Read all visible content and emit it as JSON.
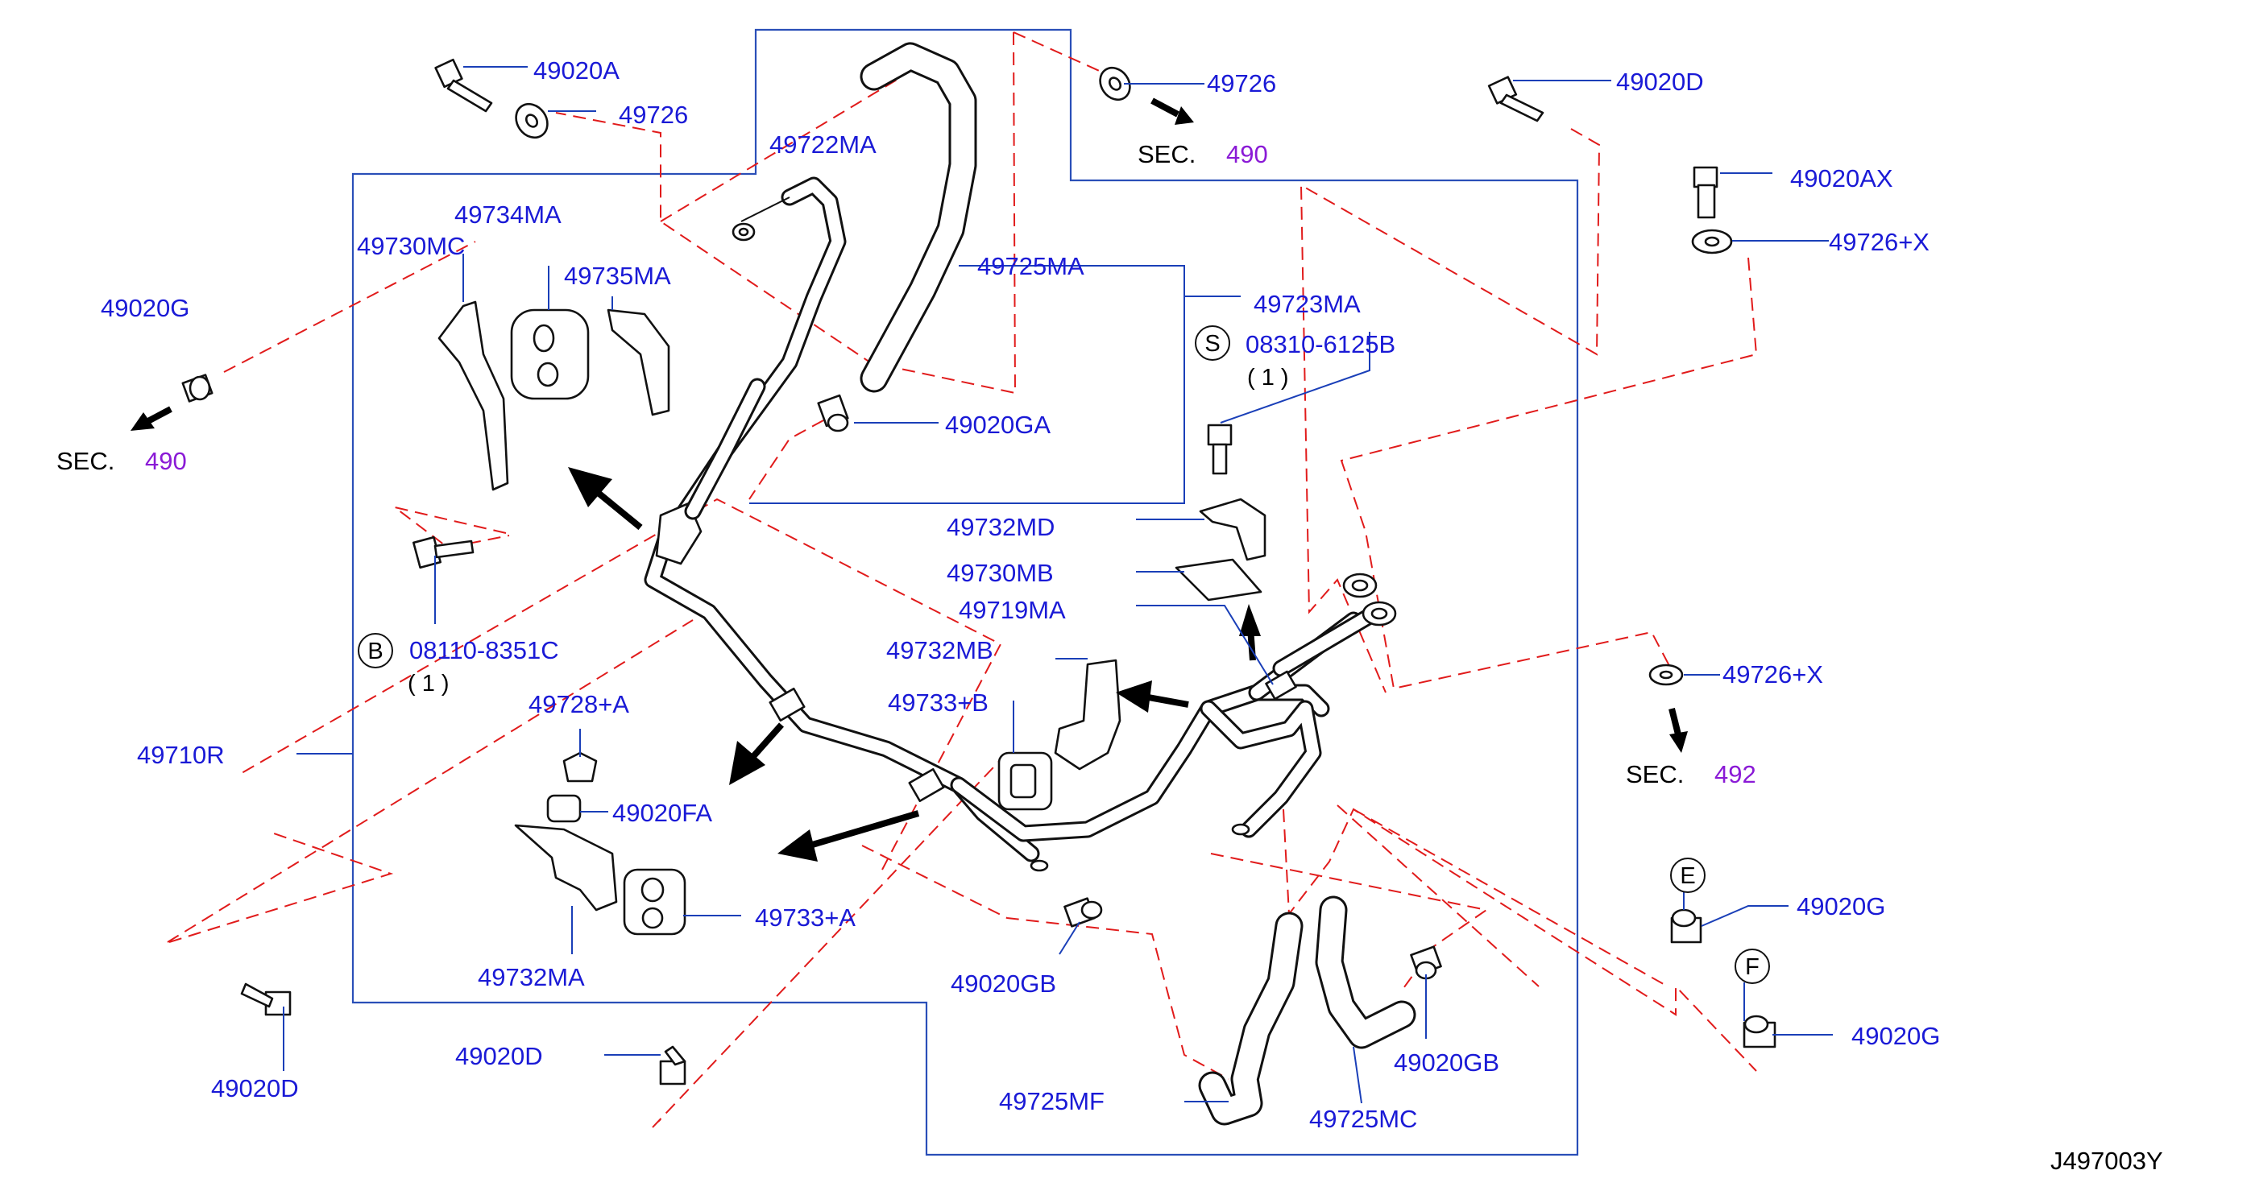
{
  "diagram": {
    "code": "J497003Y",
    "labels": {
      "p49020A": "49020A",
      "p49726_top_left": "49726",
      "p49722MA": "49722MA",
      "p49726_top": "49726",
      "p49020D_top": "49020D",
      "p49020AX": "49020AX",
      "p49726X_top": "49726+X",
      "p49734MA": "49734MA",
      "p49730MC": "49730MC",
      "p49735MA": "49735MA",
      "p49725MA": "49725MA",
      "p49723MA": "49723MA",
      "p08310": "08310-6125B",
      "p49020G_left": "49020G",
      "p49020GA": "49020GA",
      "p49732MD": "49732MD",
      "p49730MB": "49730MB",
      "p49719MA": "49719MA",
      "p08110": "08110-8351C",
      "p49732MB": "49732MB",
      "p49726X_right": "49726+X",
      "p49728A": "49728+A",
      "p49733B": "49733+B",
      "p49710R": "49710R",
      "p49020FA": "49020FA",
      "p49733A": "49733+A",
      "p49732MA": "49732MA",
      "p49020GB_left": "49020GB",
      "p49020G_E": "49020G",
      "p49020G_F": "49020G",
      "p49020D_bl": "49020D",
      "p49020D_bottom": "49020D",
      "p49020GB_right": "49020GB",
      "p49725MF": "49725MF",
      "p49725MC": "49725MC"
    },
    "qty_S": "( 1 )",
    "qty_B": "( 1 )",
    "circles": {
      "S": "S",
      "B": "B",
      "E": "E",
      "F": "F"
    },
    "sections": [
      {
        "prefix": "SEC.",
        "number": "490"
      },
      {
        "prefix": "SEC.",
        "number": "490"
      },
      {
        "prefix": "SEC.",
        "number": "492"
      }
    ],
    "colors": {
      "label": "#1a1ad6",
      "section_number": "#8a1ad6",
      "dashed_lines": "#e11b1b",
      "frame": "#2a4fb8"
    }
  }
}
